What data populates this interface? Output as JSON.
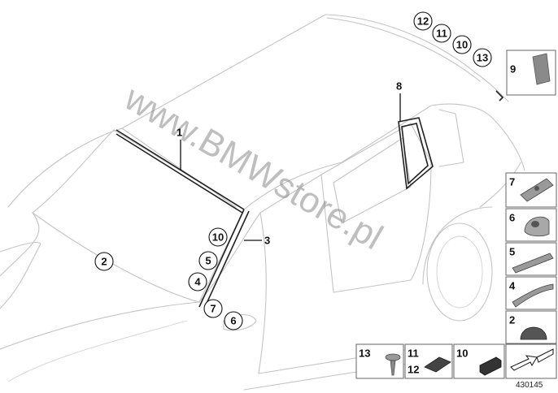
{
  "diagram": {
    "watermark": "www.BMWstore.pl",
    "reference_number": "430145",
    "callouts": {
      "c1": "1",
      "c2": "2",
      "c3": "3",
      "c4": "4",
      "c5": "5",
      "c6": "6",
      "c7": "7",
      "c8": "8",
      "c9": "9",
      "c10a": "10",
      "c10b": "10",
      "c11": "11",
      "c12": "12",
      "c13": "13"
    },
    "side_panels": {
      "p7": "7",
      "p6": "6",
      "p5": "5",
      "p4": "4",
      "p2": "2"
    },
    "bottom_panels": {
      "b13": "13",
      "b11": "11",
      "b12": "12",
      "b10": "10"
    }
  }
}
